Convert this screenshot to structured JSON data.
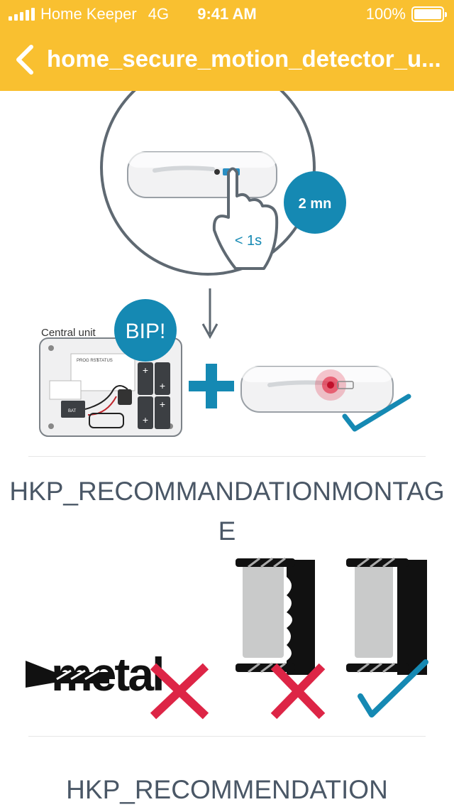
{
  "status_bar": {
    "carrier": "Home Keeper",
    "network": "4G",
    "time": "9:41 AM",
    "battery": "100%"
  },
  "header": {
    "title": "home_secure_motion_detector_u...",
    "back_icon": "chevron-left-icon"
  },
  "illustration_1": {
    "timer_label": "2 mn",
    "press_label": "< 1s",
    "central_unit_label": "Central unit",
    "bip_label": "BIP!",
    "panel_labels": {
      "prog": "PROG RST",
      "status": "STATUS",
      "bat": "BAT"
    }
  },
  "recommendation_1": "HKP_RECOMMANDATIONMONTAGE",
  "illustration_2": {
    "metal_label": "metal"
  },
  "recommendation_2": "HKP_RECOMMENDATION",
  "colors": {
    "header": "#f9c030",
    "accent_blue": "#1589b3",
    "cross_red": "#dd2546",
    "text": "#4a5766"
  }
}
